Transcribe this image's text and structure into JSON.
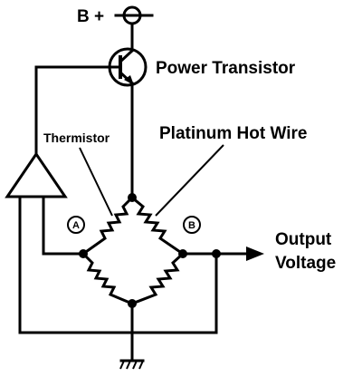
{
  "labels": {
    "supply": "B +",
    "power_transistor": "Power Transistor",
    "thermistor": "Thermistor",
    "hot_wire": "Platinum Hot Wire",
    "output_line1": "Output",
    "output_line2": "Voltage",
    "node_a": "A",
    "node_b": "B"
  }
}
